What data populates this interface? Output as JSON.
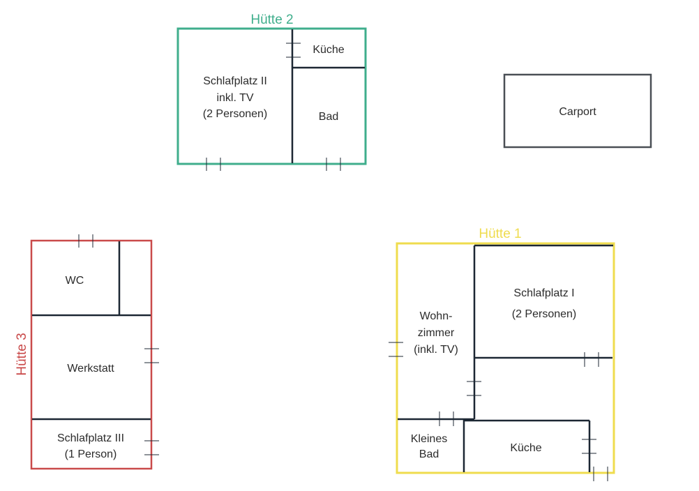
{
  "colors": {
    "huette1": "#efdc4e",
    "huette2": "#3fae8c",
    "huette3": "#c94a4a",
    "walls": "#1c2733",
    "carport": "#4a4f55"
  },
  "huette2": {
    "title": "Hütte 2",
    "schlafplatz": [
      "Schlafplatz  II",
      "inkl. TV",
      "(2 Personen)"
    ],
    "kueche": "Küche",
    "bad": "Bad"
  },
  "carport": {
    "label": "Carport"
  },
  "huette3": {
    "title": "Hütte 3",
    "wc": "WC",
    "werkstatt": "Werkstatt",
    "schlafplatz": [
      "Schlafplatz  III",
      "(1 Person)"
    ]
  },
  "huette1": {
    "title": "Hütte 1",
    "wohnzimmer": [
      "Wohn-",
      "zimmer",
      "(inkl. TV)"
    ],
    "schlafplatz": [
      "Schlafplatz  I",
      "(2 Personen)"
    ],
    "bad": [
      "Kleines",
      "Bad"
    ],
    "kueche": "Küche"
  }
}
